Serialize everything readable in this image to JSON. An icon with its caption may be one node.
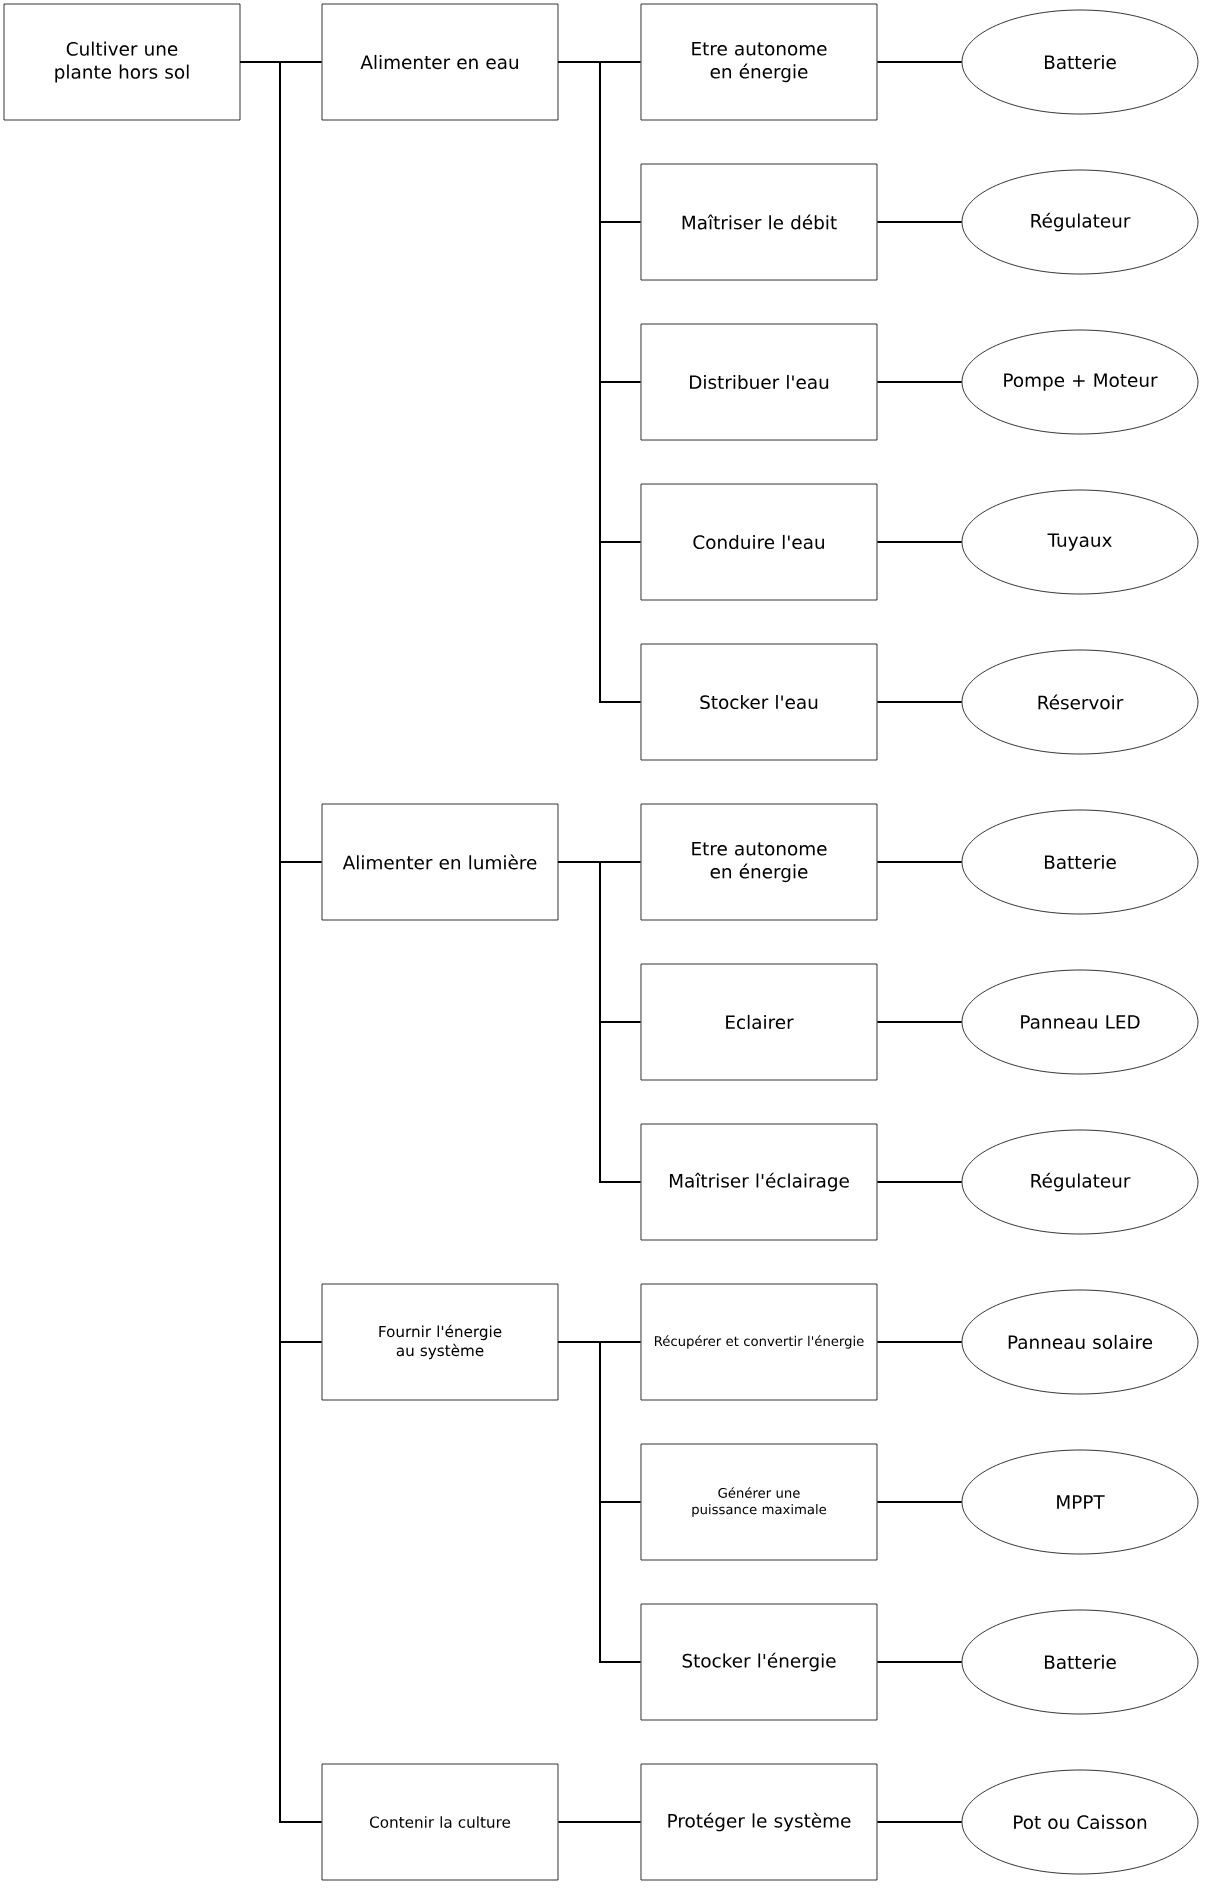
{
  "diagram": {
    "nodes": [
      {
        "text": [
          "Cultiver une plante hors sol"
        ]
      },
      {
        "text": [
          "Alimenter en eau"
        ]
      },
      {
        "text": [
          "Etre autonome en énergie"
        ]
      },
      {
        "text": [
          "Batterie"
        ]
      },
      {
        "text": [
          "Maîtriser le débit"
        ]
      },
      {
        "text": [
          "Régulateur"
        ]
      },
      {
        "text": [
          "Distribuer l'eau"
        ]
      },
      {
        "text": [
          "Pompe + Moteur"
        ]
      },
      {
        "text": [
          "Conduire l'eau"
        ]
      },
      {
        "text": [
          "Tuyaux"
        ]
      },
      {
        "text": [
          "Stocker l'eau"
        ]
      },
      {
        "text": [
          "Réservoir"
        ]
      },
      {
        "text": [
          "Alimenter en lumière"
        ]
      },
      {
        "text": [
          "Etre autonome en énergie"
        ]
      },
      {
        "text": [
          "Batterie"
        ]
      },
      {
        "text": [
          "Eclairer"
        ]
      },
      {
        "text": [
          "Panneau LED"
        ]
      },
      {
        "text": [
          "Maîtriser l'éclairage"
        ]
      },
      {
        "text": [
          "Régulateur"
        ]
      },
      {
        "text": [
          "Fournir l'énergie au système"
        ]
      },
      {
        "text": [
          "Récupérer et convertir l'énergie"
        ]
      },
      {
        "text": [
          "Panneau solaire"
        ]
      },
      {
        "text": [
          "Générer une puissance maximale"
        ]
      },
      {
        "text": [
          "MPPT"
        ]
      },
      {
        "text": [
          "Stocker l'énergie"
        ]
      },
      {
        "text": [
          "Batterie"
        ]
      },
      {
        "text": [
          "Contenir la culture"
        ]
      },
      {
        "text": [
          "Protéger le système"
        ]
      },
      {
        "text": [
          "Pot ou Caisson"
        ]
      }
    ],
    "edges": [
      {
        "from": 0,
        "to": 1,
        "arrow": "none"
      },
      {
        "from": 0,
        "to": 12,
        "arrow": "none"
      },
      {
        "from": 0,
        "to": 19,
        "arrow": "none"
      },
      {
        "from": 0,
        "to": 26,
        "arrow": "none"
      },
      {
        "from": 1,
        "to": 2,
        "arrow": "none"
      },
      {
        "from": 1,
        "to": 4,
        "arrow": "none"
      },
      {
        "from": 1,
        "to": 6,
        "arrow": "none"
      },
      {
        "from": 1,
        "to": 8,
        "arrow": "none"
      },
      {
        "from": 1,
        "to": 10,
        "arrow": "none"
      },
      {
        "from": 12,
        "to": 13,
        "arrow": "none"
      },
      {
        "from": 12,
        "to": 15,
        "arrow": "none"
      },
      {
        "from": 12,
        "to": 17,
        "arrow": "none"
      },
      {
        "from": 19,
        "to": 20,
        "arrow": "none"
      },
      {
        "from": 19,
        "to": 22,
        "arrow": "none"
      },
      {
        "from": 19,
        "to": 24,
        "arrow": "none"
      },
      {
        "from": 26,
        "to": 27,
        "arrow": "none"
      },
      {
        "from": 2,
        "to": 3,
        "arrow": "none"
      },
      {
        "from": 4,
        "to": 5,
        "arrow": "none"
      },
      {
        "from": 6,
        "to": 7,
        "arrow": "none"
      },
      {
        "from": 8,
        "to": 9,
        "arrow": "none"
      },
      {
        "from": 10,
        "to": 11,
        "arrow": "none"
      },
      {
        "from": 13,
        "to": 14,
        "arrow": "none"
      },
      {
        "from": 15,
        "to": 16,
        "arrow": "none"
      },
      {
        "from": 17,
        "to": 18,
        "arrow": "none"
      },
      {
        "from": 20,
        "to": 21,
        "arrow": "none"
      },
      {
        "from": 22,
        "to": 23,
        "arrow": "none"
      },
      {
        "from": 24,
        "to": 25,
        "arrow": "none"
      },
      {
        "from": 27,
        "to": 28,
        "arrow": "none"
      }
    ]
  }
}
